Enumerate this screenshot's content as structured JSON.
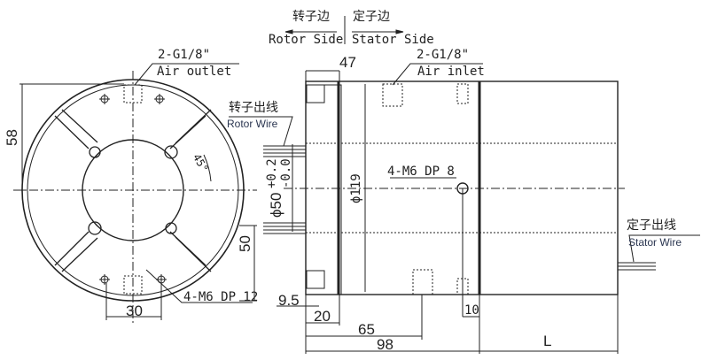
{
  "header": {
    "rotor_side_cn": "转子边",
    "rotor_side_en": "Rotor Side",
    "stator_side_cn": "定子边",
    "stator_side_en": "Stator Side"
  },
  "front_view": {
    "air_outlet_spec": "2-G1/8\"",
    "air_outlet_label": "Air outlet",
    "dim_height": "58",
    "angle": "45°",
    "dim_30": "30",
    "dim_50": "50",
    "bolt_holes": "4-M6 DP 12"
  },
  "side_view": {
    "dim_47": "47",
    "air_inlet_spec": "2-G1/8\"",
    "air_inlet_label": "Air inlet",
    "rotor_wire_cn": "转子出线",
    "rotor_wire_en": "Rotor Wire",
    "stator_wire_cn": "定子出线",
    "stator_wire_en": "Stator Wire",
    "bore": "ϕ50",
    "bore_tol_plus": "+0.2",
    "bore_tol_minus": "-0.0",
    "diameter": "ϕ119",
    "bolt_holes": "4-M6 DP 8",
    "dim_9_5": "9.5",
    "dim_20": "20",
    "dim_65": "65",
    "dim_98": "98",
    "dim_10": "10",
    "dim_L": "L"
  }
}
